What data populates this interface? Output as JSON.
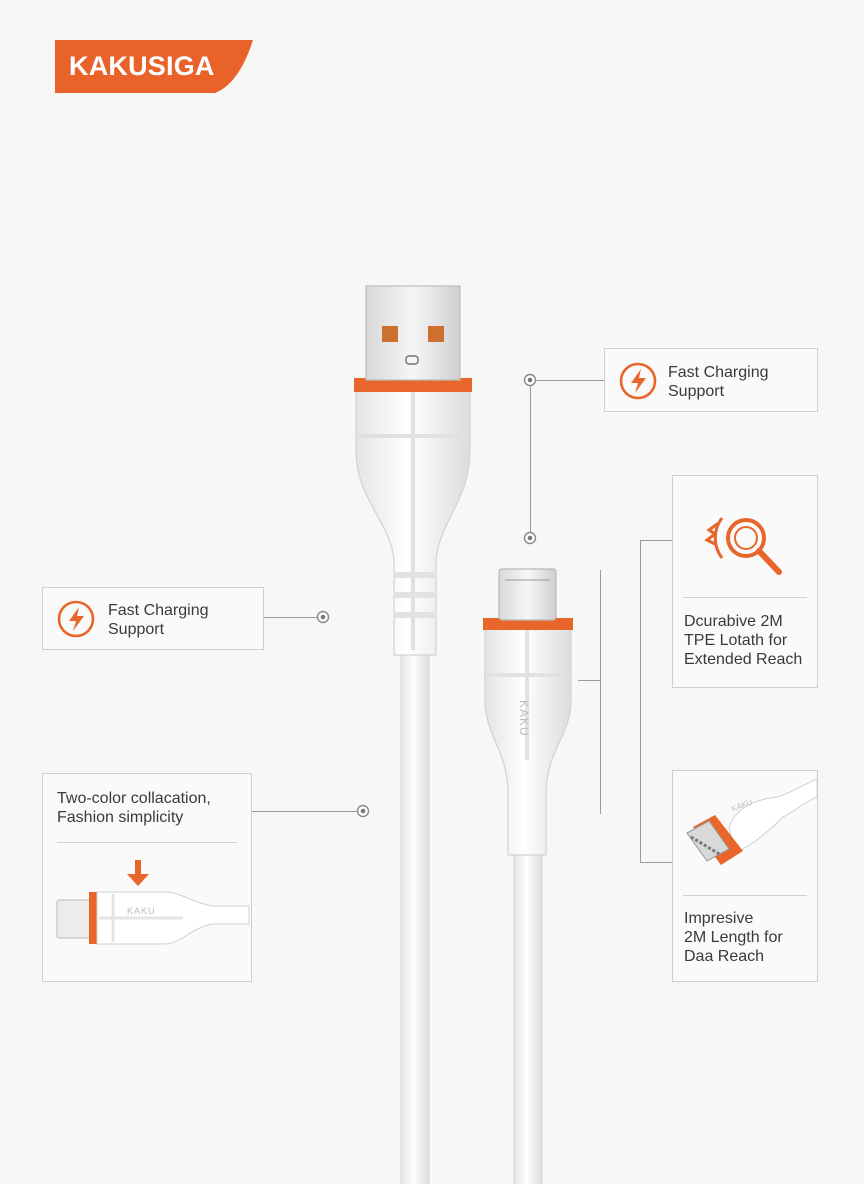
{
  "brand": {
    "name": "KAKUSIGA",
    "color": "#e8622a"
  },
  "colors": {
    "accent": "#e8662b",
    "cable": "#ffffff",
    "border": "#cfcfcf"
  },
  "callouts": {
    "fast_charging_top": {
      "icon": "lightning-bolt-icon",
      "line1": "Fast Charging",
      "line2": "Support"
    },
    "fast_charging_left": {
      "icon": "lightning-bolt-icon",
      "line1": "Fast Charging",
      "line2": "Support"
    },
    "durable": {
      "icon": "magnifier-icon",
      "line1": "Dcurabive 2M",
      "line2": "TPE Lotath for",
      "line3": "Extended Reach"
    },
    "two_color": {
      "line1": "Two-color collacation,",
      "line2": "Fashion simplicity",
      "inset_logo": "KAKU",
      "arrow_icon": "arrow-down-icon"
    },
    "impressive": {
      "line1": "Impresive",
      "line2": "2M Length for",
      "line3": "Daa Reach",
      "inset_logo": "KAKU"
    }
  },
  "product": {
    "micro_logo": "KAKU"
  }
}
